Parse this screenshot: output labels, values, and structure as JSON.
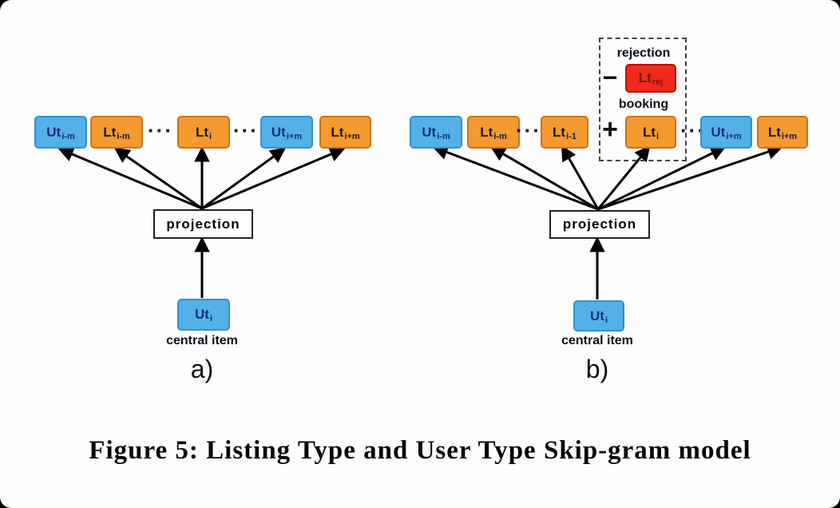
{
  "caption": "Figure 5: Listing Type and User Type Skip-gram model",
  "ellipsis": "···",
  "colors": {
    "blue_box": "#53b1e8",
    "orange_box": "#f49a2e",
    "red_box": "#ee2a1d",
    "arrow": "#000000"
  },
  "diagram_a": {
    "label": "a)",
    "projection": "projection",
    "central_item": "central item",
    "central_box": {
      "main": "Ut",
      "sub": "i"
    },
    "boxes": [
      {
        "main": "Ut",
        "sub": "i-m"
      },
      {
        "main": "Lt",
        "sub": "i-m"
      },
      {
        "main": "Lt",
        "sub": "i"
      },
      {
        "main": "Ut",
        "sub": "i+m"
      },
      {
        "main": "Lt",
        "sub": "i+m"
      }
    ]
  },
  "diagram_b": {
    "label": "b)",
    "projection": "projection",
    "central_item": "central item",
    "central_box": {
      "main": "Ut",
      "sub": "i"
    },
    "rejection_label": "rejection",
    "booking_label": "booking",
    "minus_sign": "−",
    "plus_sign": "+",
    "rejection_box": {
      "main": "Lt",
      "sub": "rej"
    },
    "boxes": [
      {
        "main": "Ut",
        "sub": "i-m"
      },
      {
        "main": "Lt",
        "sub": "i-m"
      },
      {
        "main": "Lt",
        "sub": "i-1"
      },
      {
        "main": "Lt",
        "sub": "i"
      },
      {
        "main": "Ut",
        "sub": "i+m"
      },
      {
        "main": "Lt",
        "sub": "i+m"
      }
    ]
  }
}
